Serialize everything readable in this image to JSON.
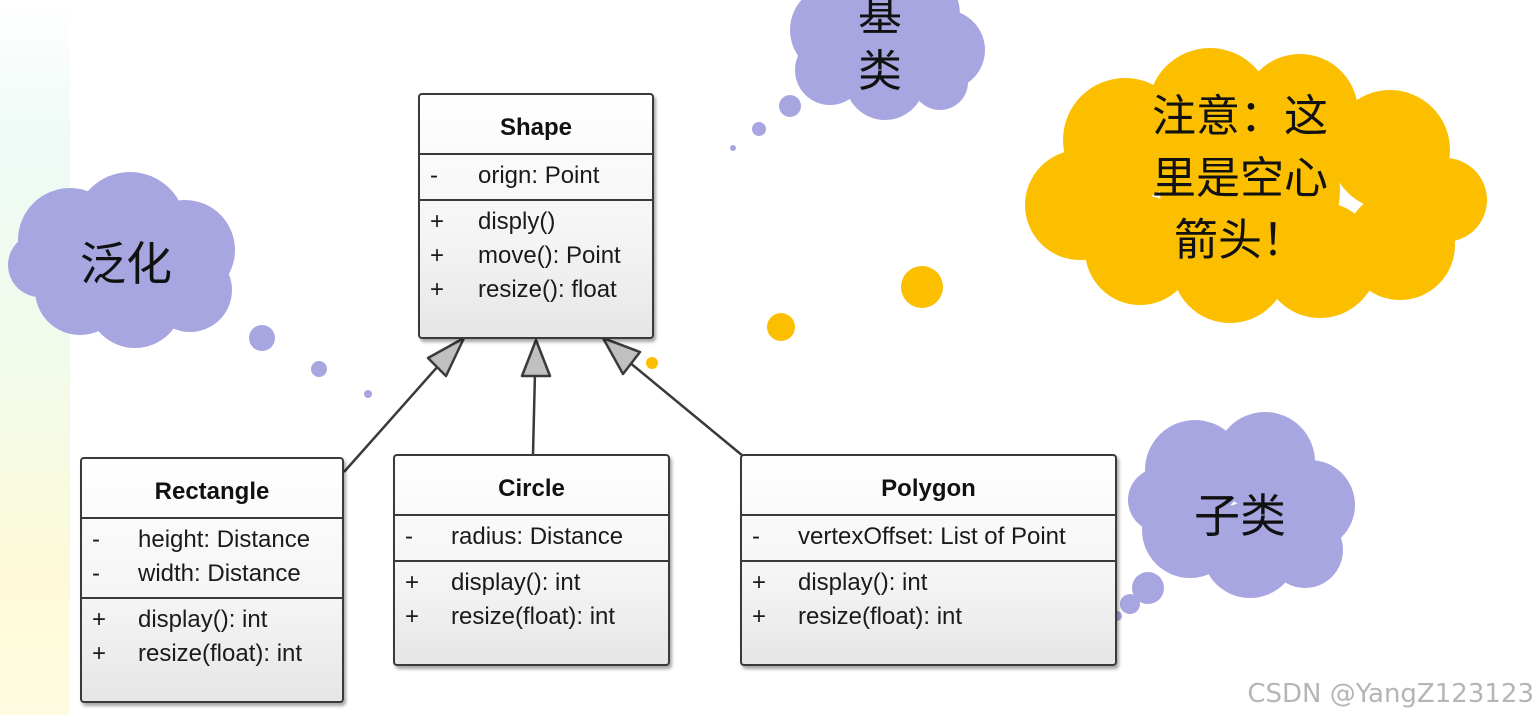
{
  "diagram": {
    "classes": {
      "shape": {
        "name": "Shape",
        "attributes": [
          {
            "vis": "-",
            "text": "orign: Point"
          }
        ],
        "operations": [
          {
            "vis": "+",
            "text": "disply()"
          },
          {
            "vis": "+",
            "text": "move(): Point"
          },
          {
            "vis": "+",
            "text": "resize(): float"
          }
        ]
      },
      "rectangle": {
        "name": "Rectangle",
        "attributes": [
          {
            "vis": "-",
            "text": "height: Distance"
          },
          {
            "vis": "-",
            "text": "width: Distance"
          }
        ],
        "operations": [
          {
            "vis": "+",
            "text": "display(): int"
          },
          {
            "vis": "+",
            "text": "resize(float): int"
          }
        ]
      },
      "circle": {
        "name": "Circle",
        "attributes": [
          {
            "vis": "-",
            "text": "radius: Distance"
          }
        ],
        "operations": [
          {
            "vis": "+",
            "text": "display(): int"
          },
          {
            "vis": "+",
            "text": "resize(float): int"
          }
        ]
      },
      "polygon": {
        "name": "Polygon",
        "attributes": [
          {
            "vis": "-",
            "text": "vertexOffset: List of Point"
          }
        ],
        "operations": [
          {
            "vis": "+",
            "text": "display(): int"
          },
          {
            "vis": "+",
            "text": "resize(float): int"
          }
        ]
      }
    },
    "relations": [
      {
        "type": "generalization",
        "from": "Rectangle",
        "to": "Shape"
      },
      {
        "type": "generalization",
        "from": "Circle",
        "to": "Shape"
      },
      {
        "type": "generalization",
        "from": "Polygon",
        "to": "Shape"
      }
    ],
    "callouts": {
      "generalization": {
        "text": "泛化",
        "color": "#a8a6e0"
      },
      "base_class": {
        "line1": "基",
        "line2": "类",
        "color": "#a8a6e0"
      },
      "hollow_arrow_note": {
        "line1": "注意：这",
        "line2": "里是空心",
        "line3": "箭头！",
        "color": "#fbbf00"
      },
      "subclass": {
        "text": "子类",
        "color": "#a8a6e0"
      }
    },
    "colors": {
      "arrow_fill": "#c0c0c0",
      "line": "#3a3a3a"
    }
  },
  "watermark": "CSDN @YangZ123123"
}
